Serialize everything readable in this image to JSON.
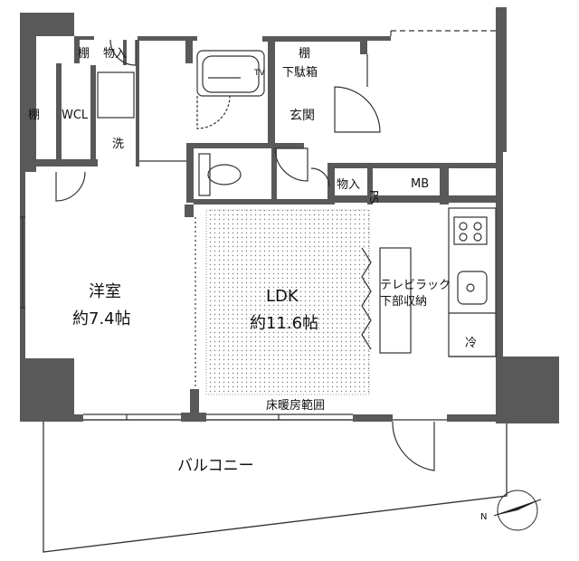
{
  "labels": {
    "tana_top_left": "棚",
    "mono_top_left": "物入",
    "tana_left": "棚",
    "wcl": "WCL",
    "sen": "洗",
    "tana_entry": "棚",
    "shoe_box": "下駄箱",
    "tv": "TV",
    "genkan": "玄関",
    "mono_center": "物入",
    "ps": "PS",
    "mb": "MB",
    "youshitsu": "洋室",
    "youshitsu_size": "約7.4帖",
    "ldk": "LDK",
    "ldk_size": "約11.6帖",
    "tv_rack_1": "テレビラック",
    "tv_rack_2": "下部収納",
    "rei": "冷",
    "floor_heating": "床暖房範囲",
    "balcony": "バルコニー",
    "north": "N"
  },
  "colors": {
    "wall": "#595959",
    "line": "#333333",
    "dot": "#777777"
  }
}
